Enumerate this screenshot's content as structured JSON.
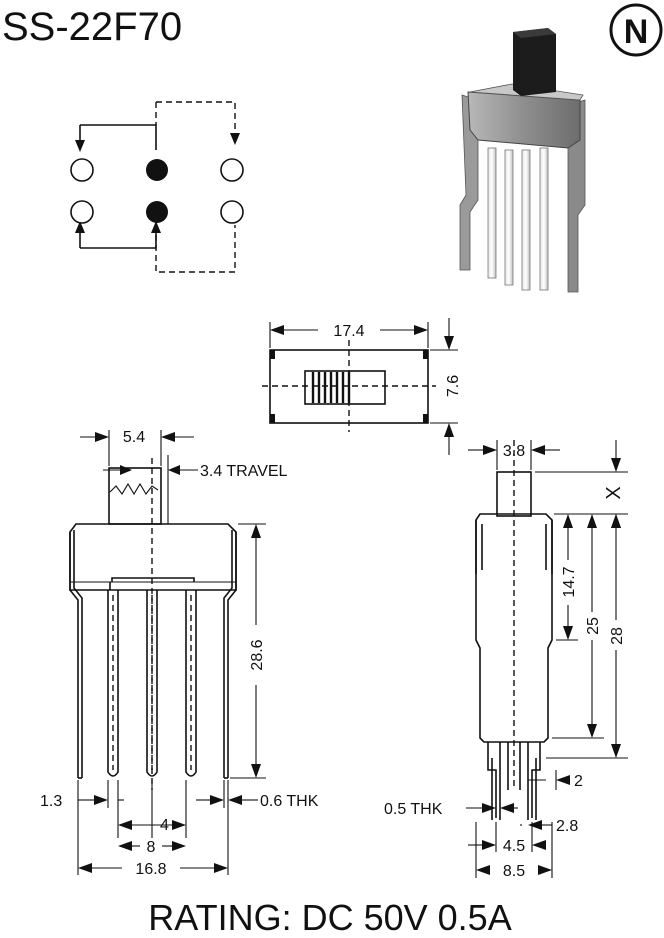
{
  "title": "SS-22F70",
  "logo_letter": "N",
  "rating": "RATING: DC 50V 0.5A",
  "schematic": {
    "contacts": 6,
    "common_filled": 2
  },
  "top_view": {
    "width": "17.4",
    "height": "7.6"
  },
  "front_view": {
    "actuator_width": "5.4",
    "travel": "3.4 TRAVEL",
    "height": "28.6",
    "edge": "1.3",
    "thickness": "0.6 THK",
    "pitch_a": "4",
    "pitch_b": "8",
    "overall": "16.8"
  },
  "side_view": {
    "actuator_width": "3.8",
    "x_label": "X",
    "h1": "14.7",
    "h2": "25",
    "h3": "28",
    "pin_offset": "2",
    "thickness": "0.5 THK",
    "pin_pitch": "2.8",
    "w1": "4.5",
    "w2": "8.5"
  }
}
